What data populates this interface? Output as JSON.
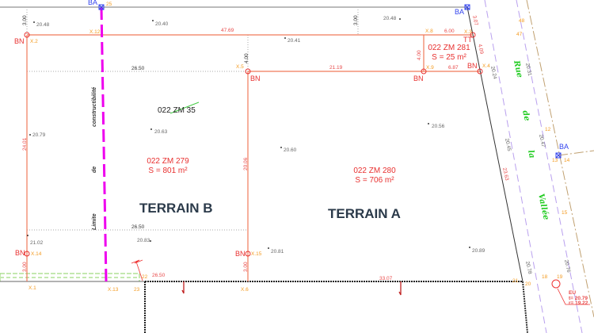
{
  "terrains": {
    "a": "TERRAIN  A",
    "b": "TERRAIN B"
  },
  "parcels": {
    "zm35": "022 ZM 35",
    "zm279": {
      "ref": "022 ZM 279",
      "area": "S = 801 m²"
    },
    "zm280": {
      "ref": "022 ZM 280",
      "area": "S = 706 m²"
    },
    "zm281": {
      "ref": "022 ZM 281",
      "area": "S = 25 m²"
    }
  },
  "street": [
    "Rue",
    "de",
    "la",
    "Vallée"
  ],
  "constructibility": [
    "Limite",
    "de",
    "constructibilité"
  ],
  "markers": {
    "bn": "BN",
    "ba": "BA",
    "tt": "TT"
  },
  "points": [
    "X.1",
    "X.2",
    "X.3",
    "X.4",
    "X.5",
    "X.6",
    "X.8",
    "X.9",
    "X.12",
    "X.13",
    "X.14",
    "X.15"
  ],
  "stations": [
    "25",
    "22",
    "23",
    "21",
    "20",
    "19",
    "18",
    "12",
    "13",
    "14",
    "15",
    "47",
    "48"
  ],
  "dimensions": [
    "47.69",
    "6.00",
    "21.19",
    "6.87",
    "4.00",
    "4.00",
    "3.00",
    "3.00",
    "3.00",
    "3.00",
    "3.07",
    "4.09",
    "24.01",
    "20.06",
    "26.50",
    "26.50",
    "26.50",
    "33.07",
    "23.63"
  ],
  "elevations": [
    "20.48",
    "20.40",
    "20.41",
    "20.48",
    "20.24",
    "20.31",
    "20.79",
    "20.63",
    "20.60",
    "20.56",
    "20.45",
    "20.47",
    "21.02",
    "20.83",
    "20.81",
    "20.89",
    "20.78",
    "20.76"
  ],
  "sewer": {
    "label": "EU",
    "t": "t= 20.79",
    "r": "r= 19.22"
  },
  "colors": {
    "boundary": "#f07a5a",
    "limit": "#ee00ee",
    "street_name": "#22cc22",
    "bn": "#e8302f",
    "ba": "#3344ee"
  }
}
